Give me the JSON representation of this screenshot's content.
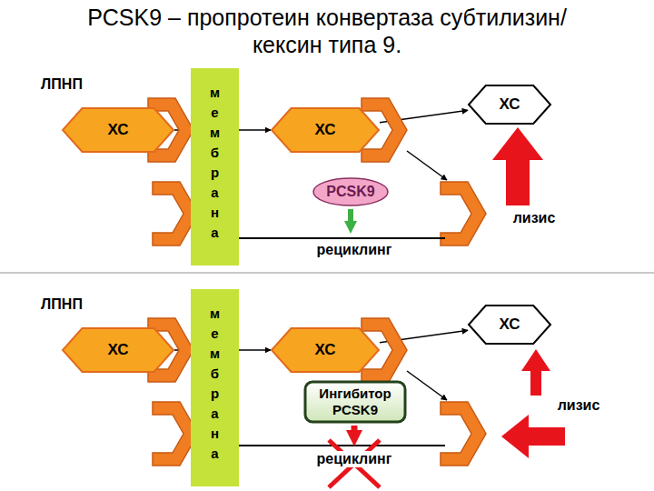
{
  "diagram": {
    "title": "PCSK9 – пропротеин конвертаза субтилизин/кексин типа 9.",
    "nodes": [
      {
        "text": [
          "ХС"
        ]
      },
      {
        "text": [
          "мембрана"
        ]
      },
      {
        "text": [
          "ХС"
        ]
      },
      {
        "text": [
          "ХС"
        ]
      },
      {
        "text": [
          "PCSK9"
        ]
      },
      {
        "text": [
          "ХС"
        ]
      },
      {
        "text": [
          "мембрана"
        ]
      },
      {
        "text": [
          "ХС"
        ]
      },
      {
        "text": [
          "ХС"
        ]
      },
      {
        "text": [
          "Ингибитор PCSK9"
        ]
      }
    ],
    "edges": [
      {
        "from": 0,
        "to": 2,
        "arrow": "to"
      },
      {
        "from": 2,
        "to": 3,
        "arrow": "to"
      },
      {
        "from": 5,
        "to": 7,
        "arrow": "to"
      },
      {
        "from": 7,
        "to": 8,
        "arrow": "to"
      }
    ],
    "labels": [
      "ЛПНП",
      "рециклинг",
      "лизис",
      "ЛПНП",
      "рециклинг",
      "лизис"
    ]
  }
}
